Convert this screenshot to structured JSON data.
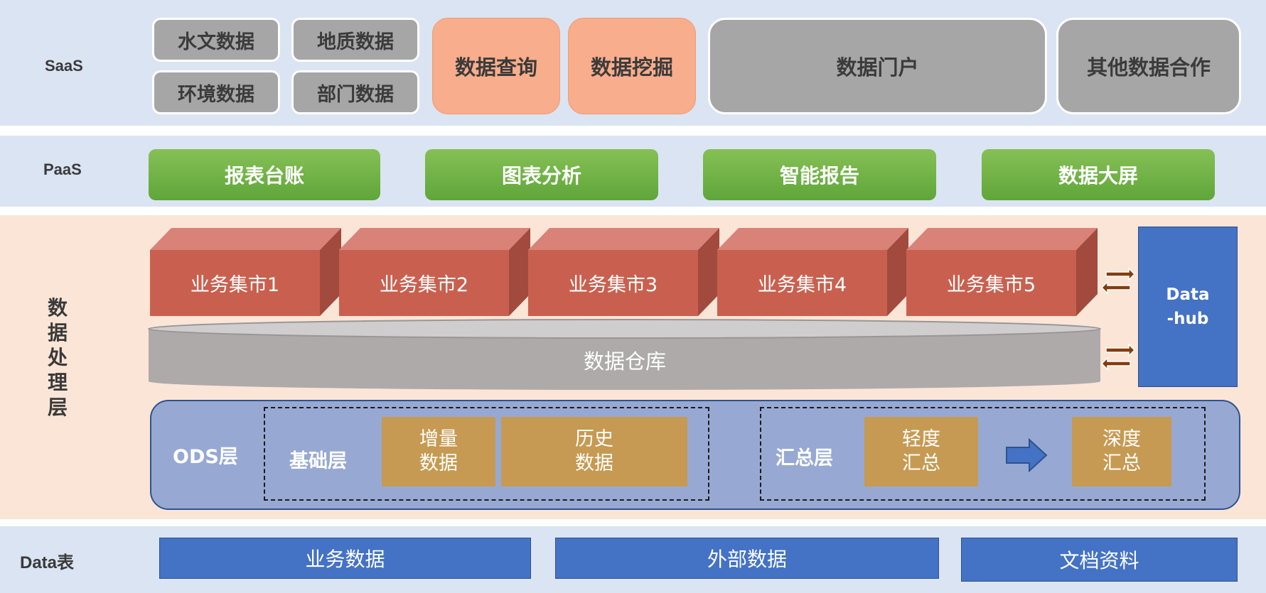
{
  "layers": {
    "saas": "SaaS",
    "paas": "PaaS",
    "processing": "数据处理层",
    "data": "Data表"
  },
  "saas": {
    "hydrology": "水文数据",
    "geology": "地质数据",
    "environment": "环境数据",
    "department": "部门数据",
    "query": "数据查询",
    "mining": "数据挖掘",
    "portal": "数据门户",
    "other_cooperation": "其他数据合作"
  },
  "paas": {
    "items": [
      "报表台账",
      "图表分析",
      "智能报告",
      "数据大屏"
    ]
  },
  "processing": {
    "marts": [
      "业务集市1",
      "业务集市2",
      "业务集市3",
      "业务集市4",
      "业务集市5"
    ],
    "warehouse": "数据仓库",
    "datahub": "Data-hub",
    "ods_label": "ODS层",
    "base_layer": "基础层",
    "incremental": "增量数据",
    "history": "历史数据",
    "summary_layer": "汇总层",
    "light_summary": "轻度汇总",
    "deep_summary": "深度汇总"
  },
  "data_tables": [
    "业务数据",
    "外部数据",
    "文档资料"
  ],
  "colors": {
    "band_blue": "#dbe4f3",
    "band_peach": "#fbe5d7",
    "gray_box": "#a6a6a6",
    "salmon_box": "#f8ad8c",
    "green_box": "#70b244",
    "cube_front": "#c9604f",
    "cube_top": "#d98277",
    "cube_side": "#a24a3e",
    "warehouse": "#aeaaaa",
    "ods_panel": "#97a9d2",
    "tan_box": "#c69a52",
    "blue": "#4472c4",
    "arrow_brown": "#843c0c"
  }
}
